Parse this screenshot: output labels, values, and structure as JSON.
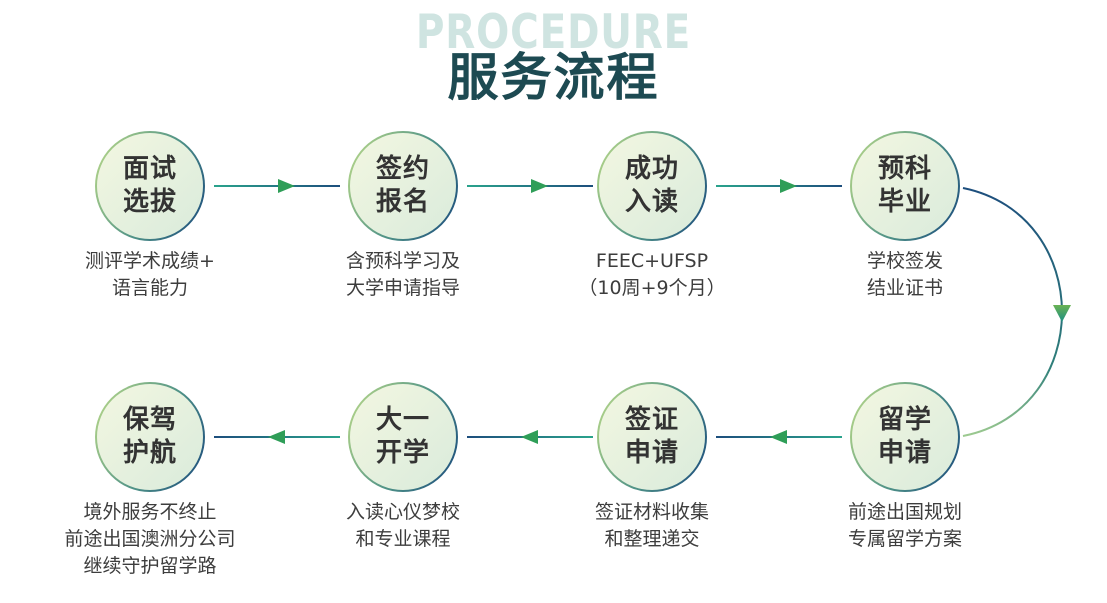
{
  "title": {
    "background_text": "PROCEDURE",
    "main": "服务流程"
  },
  "colors": {
    "title_bg": "#cfe4e1",
    "title_main": "#1d4a52",
    "label_text": "#333333",
    "desc_text": "#3d3d3d",
    "line_teal": "#2aa38c",
    "line_navy": "#1d4e7d",
    "arrow_green": "#2f9e58",
    "arc_green_light": "#9dca90",
    "circle_border_light": "#b5d689",
    "circle_border_mid": "#4f9287",
    "circle_fill_light": "#eff5e0",
    "circle_fill_dark": "#dcecdc"
  },
  "nodes": [
    {
      "label": [
        "面试",
        "选拔"
      ],
      "desc": [
        "测评学术成绩+",
        "语言能力"
      ]
    },
    {
      "label": [
        "签约",
        "报名"
      ],
      "desc": [
        "含预科学习及",
        "大学申请指导"
      ]
    },
    {
      "label": [
        "成功",
        "入读"
      ],
      "desc": [
        "FEEC+UFSP",
        "（10周+9个月）"
      ]
    },
    {
      "label": [
        "预科",
        "毕业"
      ],
      "desc": [
        "学校签发",
        "结业证书"
      ]
    },
    {
      "label": [
        "留学",
        "申请"
      ],
      "desc": [
        "前途出国规划",
        "专属留学方案"
      ]
    },
    {
      "label": [
        "签证",
        "申请"
      ],
      "desc": [
        "签证材料收集",
        "和整理递交"
      ]
    },
    {
      "label": [
        "大一",
        "开学"
      ],
      "desc": [
        "入读心仪梦校",
        "和专业课程"
      ]
    },
    {
      "label": [
        "保驾",
        "护航"
      ],
      "desc": [
        "境外服务不终止",
        "前途出国澳洲分公司",
        "继续守护留学路"
      ]
    }
  ]
}
